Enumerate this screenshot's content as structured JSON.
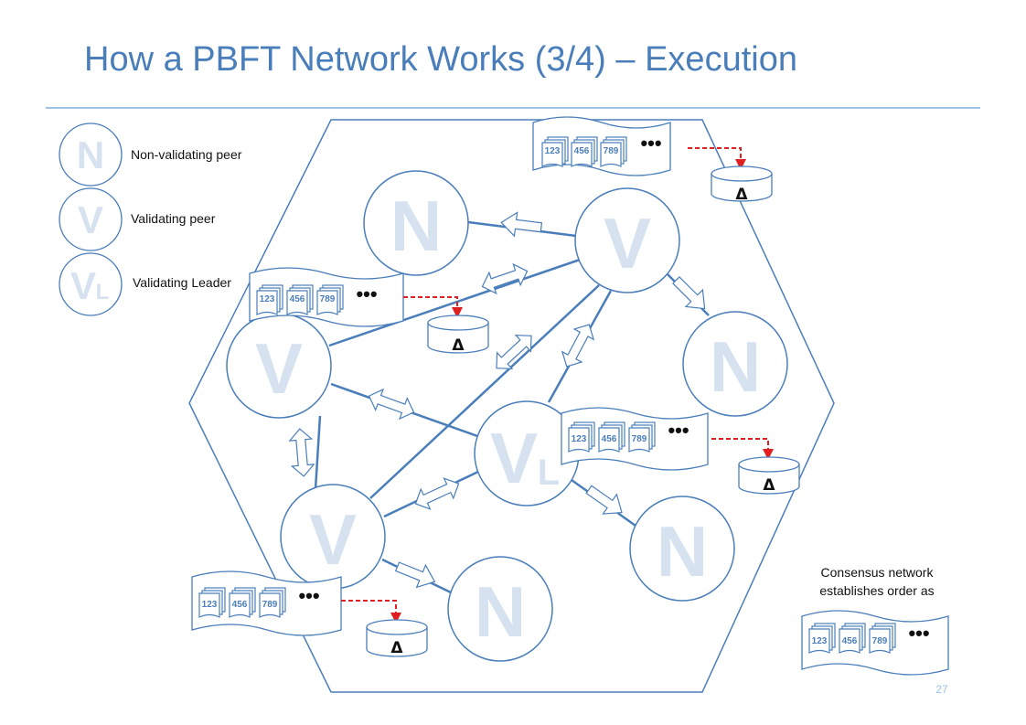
{
  "title": "How a PBFT Network Works (3/4) – Execution",
  "legend": [
    {
      "letter": "N",
      "sub": "",
      "label": "Non-validating peer"
    },
    {
      "letter": "V",
      "sub": "",
      "label": "Validating peer"
    },
    {
      "letter": "V",
      "sub": "L",
      "label": "Validating Leader"
    }
  ],
  "nodes": {
    "n_top": "N",
    "v_top": "V",
    "v_left": "V",
    "n_right": "N",
    "vl_center": "V",
    "vl_center_sub": "L",
    "v_bottom": "V",
    "n_bottom_right": "N",
    "n_bottom": "N"
  },
  "ledger": {
    "blocks": [
      "123",
      "456",
      "789"
    ],
    "ellipsis": "•••",
    "db_label": "Δ"
  },
  "caption_lines": [
    "Consensus network",
    "establishes order as"
  ],
  "page_number": "27",
  "colors": {
    "accent": "#4a7ebb",
    "arrow": "#e02020",
    "node_stroke": "#4a7ebb",
    "letter": "#d6e2f0"
  }
}
